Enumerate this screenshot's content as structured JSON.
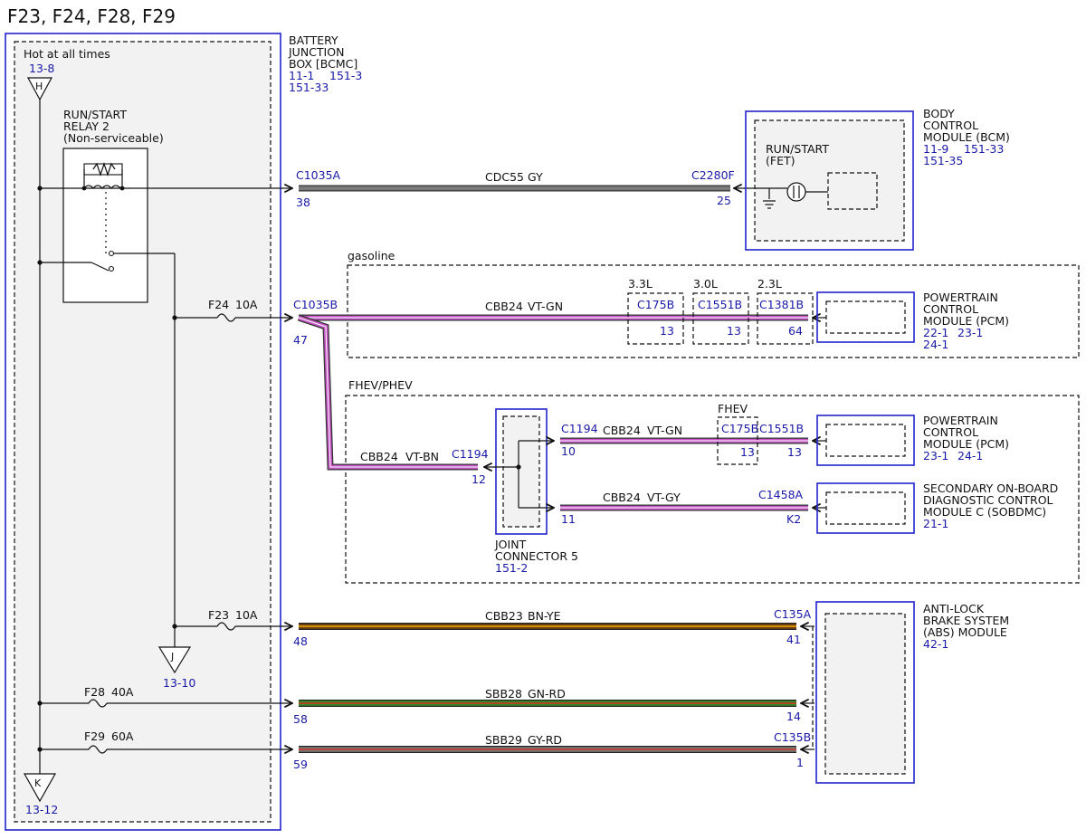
{
  "title": "F23, F24, F28, F29",
  "bjb": {
    "name_1": "BATTERY",
    "name_2": "JUNCTION",
    "name_3": "BOX [BCMC]",
    "ref_1": "11-1",
    "ref_2": "151-3",
    "ref_3": "151-33",
    "hot": "Hot at all times",
    "hot_ref": "13-8",
    "sym_h": "H",
    "sym_j": "J",
    "ref_j": "13-10",
    "sym_k": "K",
    "ref_k": "13-12"
  },
  "relay": {
    "line_1": "RUN/START",
    "line_2": "RELAY 2",
    "line_3": "(Non-serviceable)"
  },
  "fuses": {
    "f24": "F24",
    "f24_a": "10A",
    "f23": "F23",
    "f23_a": "10A",
    "f28": "F28",
    "f28_a": "40A",
    "f29": "F29",
    "f29_a": "60A"
  },
  "wires": {
    "cdc55": {
      "circuit": "CDC55",
      "color": "GY",
      "from_conn": "C1035A",
      "from_pin": "38",
      "to_conn": "C2280F",
      "to_pin": "25"
    },
    "cbb24_g": {
      "circuit": "CBB24",
      "color": "VT-GN",
      "from_conn": "C1035B",
      "from_pin": "47",
      "to_pin": "64"
    },
    "cbb24_bn": {
      "circuit": "CBB24",
      "color": "VT-BN",
      "to_conn": "C1194",
      "to_pin": "12"
    },
    "cbb24_f": {
      "circuit": "CBB24",
      "color": "VT-GN",
      "from_conn": "C1194",
      "from_pin": "10",
      "to_conn": "C1551B",
      "to_pin": "13"
    },
    "cbb24_s": {
      "circuit": "CBB24",
      "color": "VT-GY",
      "from_pin": "11",
      "to_conn": "C1458A",
      "to_pin": "K2"
    },
    "cbb23": {
      "circuit": "CBB23",
      "color": "BN-YE",
      "from_pin": "48",
      "to_conn": "C135A",
      "to_pin": "41"
    },
    "sbb28": {
      "circuit": "SBB28",
      "color": "GN-RD",
      "from_pin": "58",
      "to_pin": "14"
    },
    "sbb29": {
      "circuit": "SBB29",
      "color": "GY-RD",
      "from_pin": "59",
      "to_conn": "C135B",
      "to_pin": "1"
    }
  },
  "gasoline": {
    "label": "gasoline",
    "v33": "3.3L",
    "v33_conn": "C175B",
    "v33_pin": "13",
    "v30": "3.0L",
    "v30_conn": "C1551B",
    "v30_pin": "13",
    "v23": "2.3L",
    "v23_conn": "C1381B"
  },
  "fhev": {
    "label": "FHEV/PHEV",
    "sub": "FHEV",
    "conn": "C175B",
    "pin": "13"
  },
  "bcm": {
    "name_1": "BODY",
    "name_2": "CONTROL",
    "name_3": "MODULE (BCM)",
    "ref_1": "11-9",
    "ref_2": "151-33",
    "ref_3": "151-35",
    "fet_1": "RUN/START",
    "fet_2": "(FET)"
  },
  "pcm1": {
    "name_1": "POWERTRAIN",
    "name_2": "CONTROL",
    "name_3": "MODULE (PCM)",
    "ref_1": "22-1",
    "ref_2": "23-1",
    "ref_3": "24-1"
  },
  "pcm2": {
    "name_1": "POWERTRAIN",
    "name_2": "CONTROL",
    "name_3": "MODULE (PCM)",
    "ref_1": "23-1",
    "ref_2": "24-1"
  },
  "sobdmc": {
    "name_1": "SECONDARY ON-BOARD",
    "name_2": "DIAGNOSTIC CONTROL",
    "name_3": "MODULE C (SOBDMC)",
    "ref_1": "21-1"
  },
  "jc5": {
    "name_1": "JOINT",
    "name_2": "CONNECTOR 5",
    "ref_1": "151-2"
  },
  "abs": {
    "name_1": "ANTI-LOCK",
    "name_2": "BRAKE SYSTEM",
    "name_3": "(ABS) MODULE",
    "ref_1": "42-1"
  },
  "colors": {
    "connector_blue": "#2222cc",
    "ref_text_blue": "#1a1aa8",
    "wire_gy": "#7a7a7a",
    "wire_vt": "#c455c4",
    "wire_gn": "#3a8a2a",
    "wire_bn": "#7a3f10",
    "wire_ye": "#e0b000",
    "wire_rd": "#d03020"
  }
}
